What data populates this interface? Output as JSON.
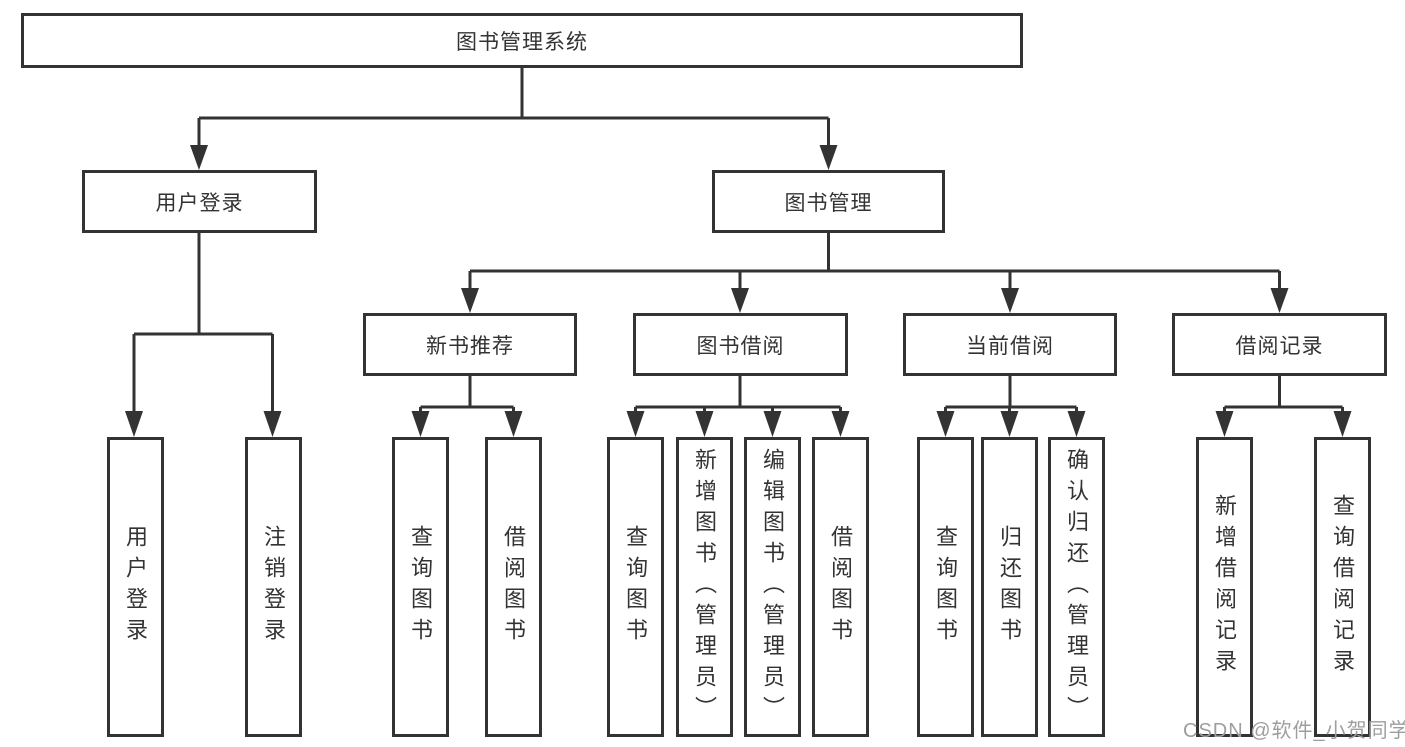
{
  "watermark": "CSDN @软件_小贺同学",
  "colors": {
    "line": "#333333",
    "text": "#333333",
    "watermark": "#9e9e9e",
    "background": "#ffffff"
  },
  "tree": {
    "root": {
      "label": "图书管理系统"
    },
    "branches": [
      {
        "label": "用户登录",
        "children": [
          {
            "label": "用户登录"
          },
          {
            "label": "注销登录"
          }
        ]
      },
      {
        "label": "图书管理",
        "children": [
          {
            "label": "新书推荐",
            "children": [
              {
                "label": "查询图书"
              },
              {
                "label": "借阅图书"
              }
            ]
          },
          {
            "label": "图书借阅",
            "children": [
              {
                "label": "查询图书"
              },
              {
                "label": "新增图书（管理员）"
              },
              {
                "label": "编辑图书（管理员）"
              },
              {
                "label": "借阅图书"
              }
            ]
          },
          {
            "label": "当前借阅",
            "children": [
              {
                "label": "查询图书"
              },
              {
                "label": "归还图书"
              },
              {
                "label": "确认归还（管理员）"
              }
            ]
          },
          {
            "label": "借阅记录",
            "children": [
              {
                "label": "新增借阅记录"
              },
              {
                "label": "查询借阅记录"
              }
            ]
          }
        ]
      }
    ]
  }
}
